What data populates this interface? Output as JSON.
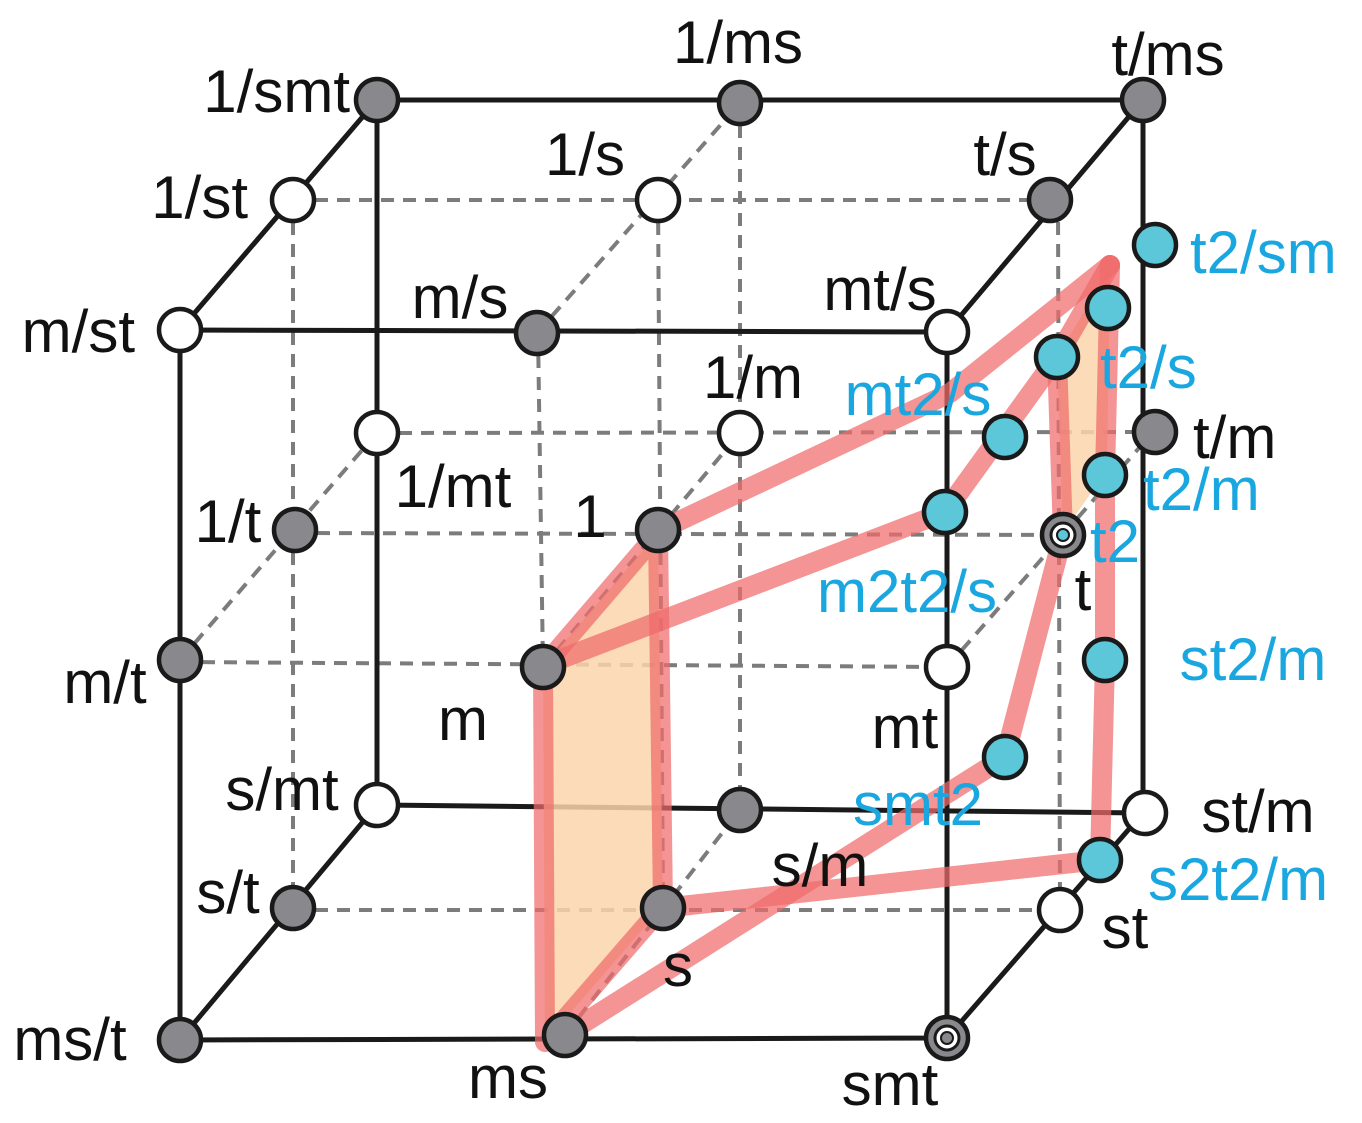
{
  "labels": {
    "one_smt": "1/smt",
    "one_ms": "1/ms",
    "t_ms": "t/ms",
    "one_st": "1/st",
    "one_s": "1/s",
    "t_s": "t/s",
    "m_st": "m/st",
    "m_s": "m/s",
    "mt_s": "mt/s",
    "one_m": "1/m",
    "t_m": "t/m",
    "one_mt": "1/mt",
    "one_t": "1/t",
    "one": "1",
    "t": "t",
    "m_t": "m/t",
    "m": "m",
    "mt": "mt",
    "s_mt": "s/mt",
    "st_m": "st/m",
    "s_m": "s/m",
    "s_t": "s/t",
    "st": "st",
    "s": "s",
    "ms_t": "ms/t",
    "ms": "ms",
    "smt": "smt"
  },
  "cyan_labels": {
    "t2_sm": "t2/sm",
    "t2_s": "t2/s",
    "mt2_s": "mt2/s",
    "t2_m": "t2/m",
    "t2": "t2",
    "m2t2_s": "m2t2/s",
    "st2_m": "st2/m",
    "smt2": "smt2",
    "s2t2_m": "s2t2/m"
  },
  "colors": {
    "edge_line": "#1a1a1a",
    "dashed_line": "#7c7c7c",
    "gray_node": "#89898d",
    "white_node": "#ffffff",
    "cyan_node": "#5cc7d8",
    "label_text": "#111111",
    "cyan_label": "#1aa7e0",
    "highlight_line": "#f06b6b",
    "highlight_fill": "#fcd5ac"
  }
}
